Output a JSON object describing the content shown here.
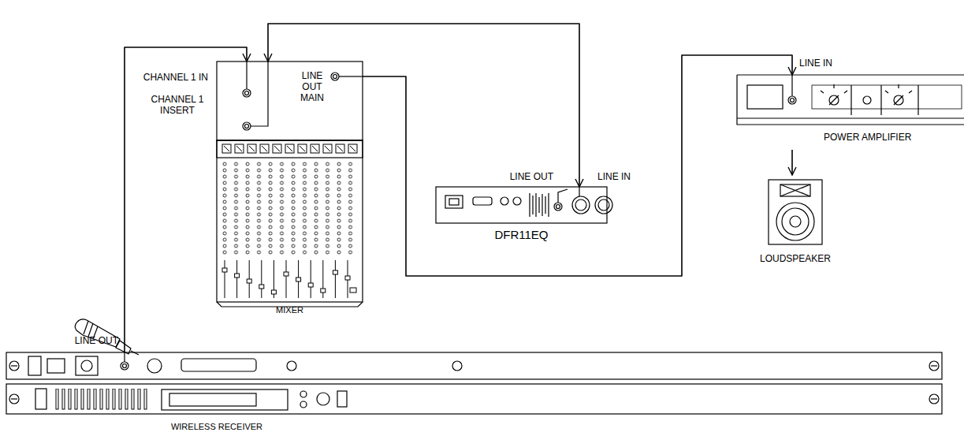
{
  "diagram": {
    "nodes": [
      {
        "text": [
          "MIXER"
        ]
      },
      {
        "text": [
          "DFR11EQ"
        ]
      },
      {
        "text": [
          "POWER AMPLIFIER"
        ]
      },
      {
        "text": [
          "LOUDSPEAKER"
        ]
      },
      {
        "text": [
          "WIRELESS RECEIVER"
        ]
      }
    ],
    "edges": [
      {
        "from": 4,
        "to": 0,
        "arrow": "to"
      },
      {
        "from": 0,
        "to": 1,
        "arrow": "both"
      },
      {
        "from": 0,
        "to": 2,
        "arrow": "to"
      },
      {
        "from": 2,
        "to": 3,
        "arrow": "to"
      }
    ],
    "labels": [
      "CHANNEL 1 IN",
      "CHANNEL 1 INSERT",
      "LINE OUT MAIN",
      "LINE OUT",
      "LINE IN",
      "LINE IN",
      "LINE OUT"
    ]
  }
}
